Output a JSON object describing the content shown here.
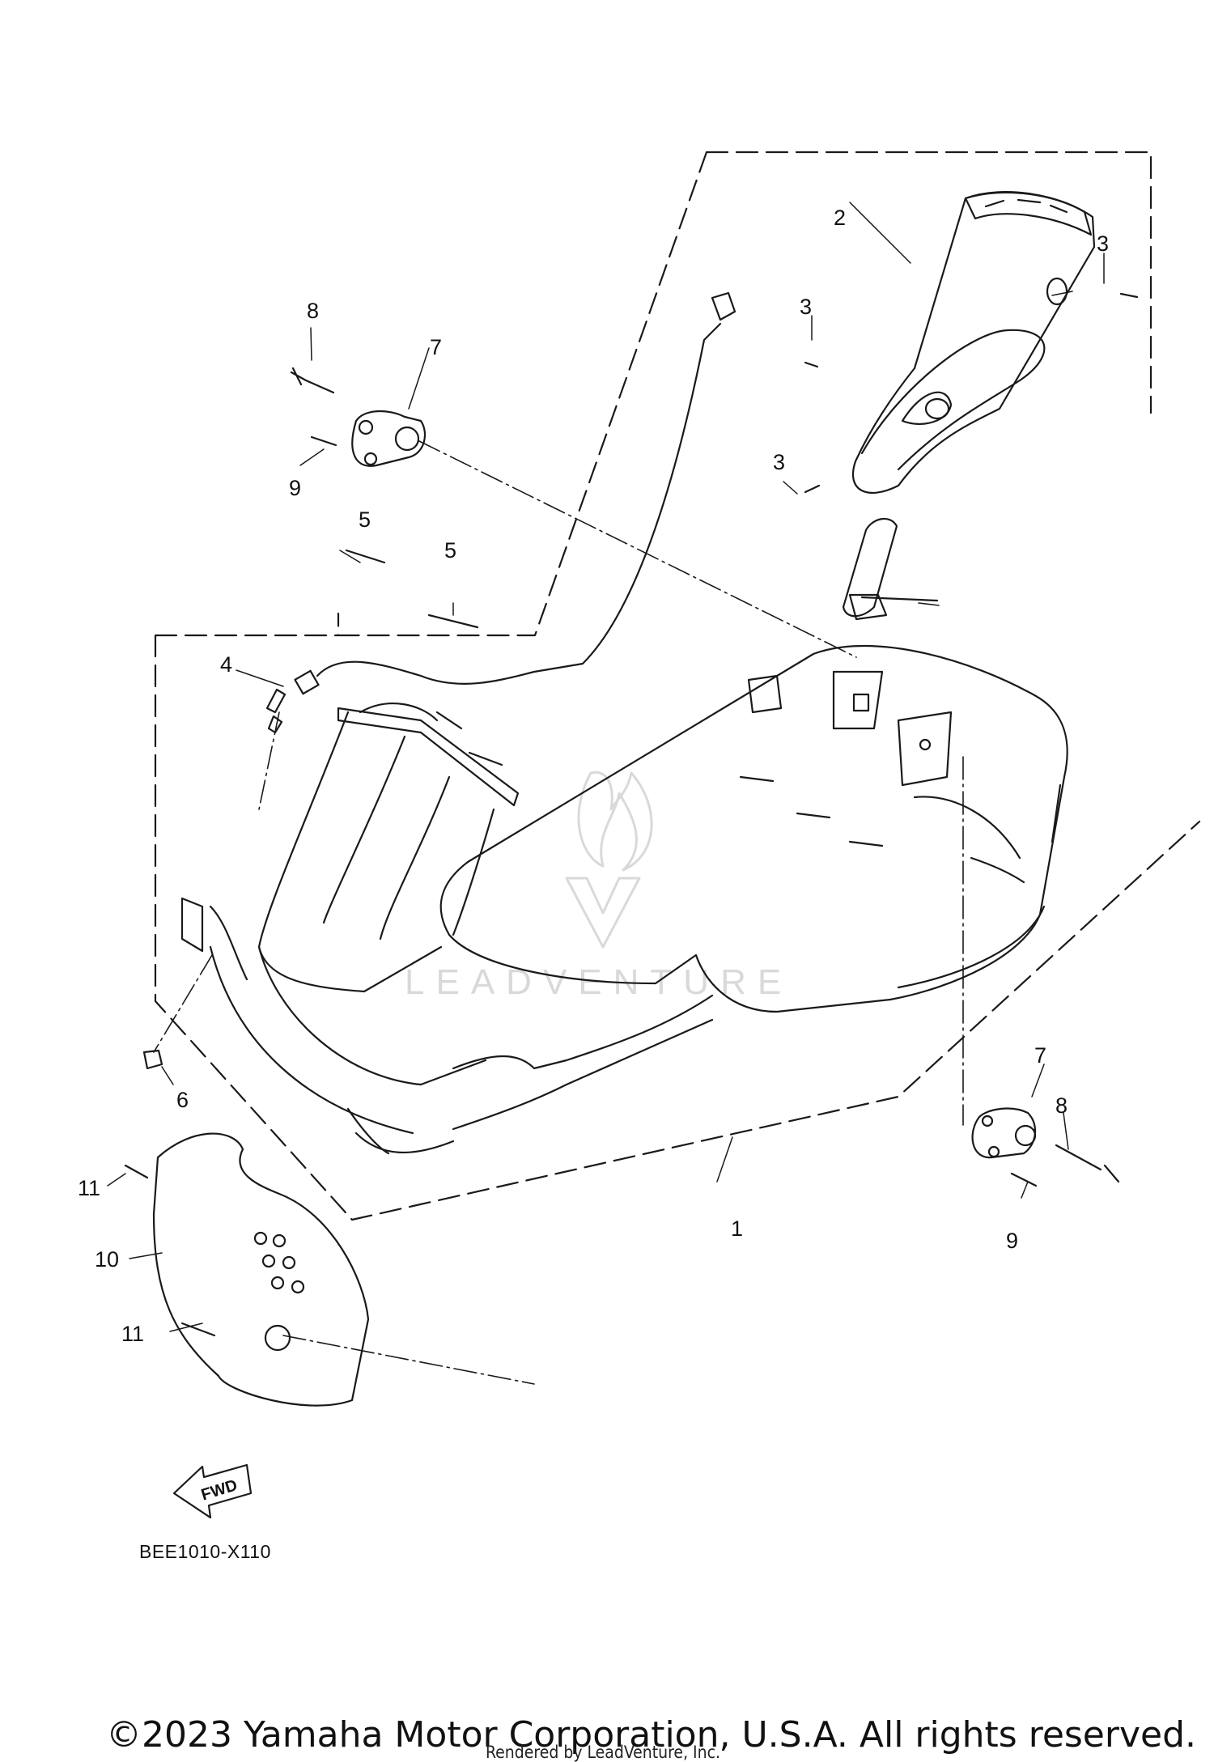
{
  "diagram": {
    "code": "BEE1010-X110",
    "fwd_label": "FWD",
    "watermark": "LEADVENTURE",
    "callouts": [
      {
        "id": "c1",
        "label": "1"
      },
      {
        "id": "c2",
        "label": "2"
      },
      {
        "id": "c3a",
        "label": "3"
      },
      {
        "id": "c3b",
        "label": "3"
      },
      {
        "id": "c3c",
        "label": "3"
      },
      {
        "id": "c4",
        "label": "4"
      },
      {
        "id": "c5a",
        "label": "5"
      },
      {
        "id": "c5b",
        "label": "5"
      },
      {
        "id": "c6",
        "label": "6"
      },
      {
        "id": "c7a",
        "label": "7"
      },
      {
        "id": "c7b",
        "label": "7"
      },
      {
        "id": "c8a",
        "label": "8"
      },
      {
        "id": "c8b",
        "label": "8"
      },
      {
        "id": "c9a",
        "label": "9"
      },
      {
        "id": "c9b",
        "label": "9"
      },
      {
        "id": "c10",
        "label": "10"
      },
      {
        "id": "c11a",
        "label": "11"
      },
      {
        "id": "c11b",
        "label": "11"
      }
    ]
  },
  "footer": {
    "copyright": "©2023 Yamaha Motor Corporation, U.S.A. All rights reserved.",
    "rendered_by": "Rendered by LeadVenture, Inc."
  },
  "colors": {
    "line": "#1a1a1a",
    "watermark": "#d9d9d9"
  }
}
